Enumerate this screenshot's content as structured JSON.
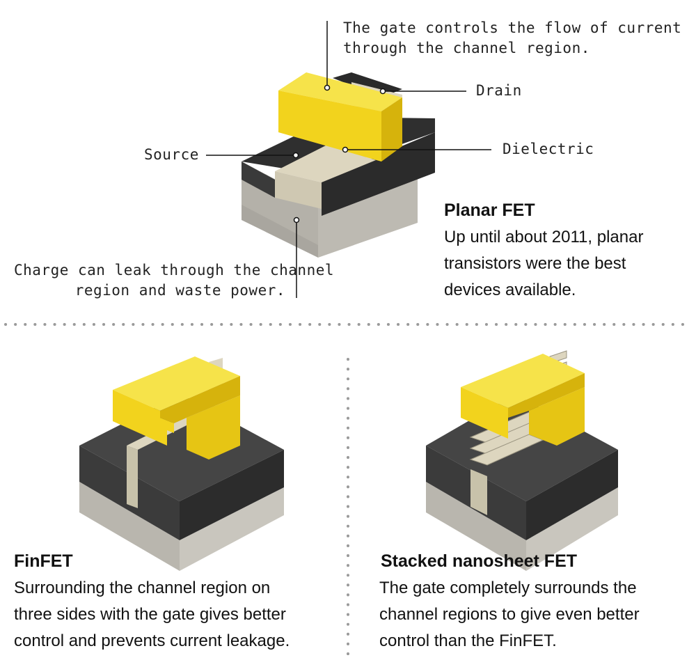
{
  "planar": {
    "annotations": {
      "gate": [
        "The gate controls the flow of current",
        "through the channel region."
      ],
      "drain": "Drain",
      "source": "Source",
      "dielectric": "Dielectric",
      "leak": [
        "Charge can leak through the channel",
        "region and waste power."
      ]
    },
    "title": "Planar FET",
    "description": [
      "Up until about 2011, planar",
      "transistors were the best",
      "devices available."
    ]
  },
  "finfet": {
    "title": "FinFET",
    "description": [
      "Surrounding the channel region on",
      "three sides with the gate gives better",
      "control and prevents current leakage."
    ]
  },
  "nanosheet": {
    "title": "Stacked nanosheet FET",
    "description": [
      "The gate completely surrounds the",
      "channel regions to give even better",
      "control than the FinFET."
    ]
  },
  "colors": {
    "gate_yellow": "#f2d31d",
    "oxide_dark": "#3a3a3a",
    "substrate_gray": "#c9c6be",
    "channel_beige": "#ddd6bf",
    "divider_dots": "#9a9a9a"
  }
}
